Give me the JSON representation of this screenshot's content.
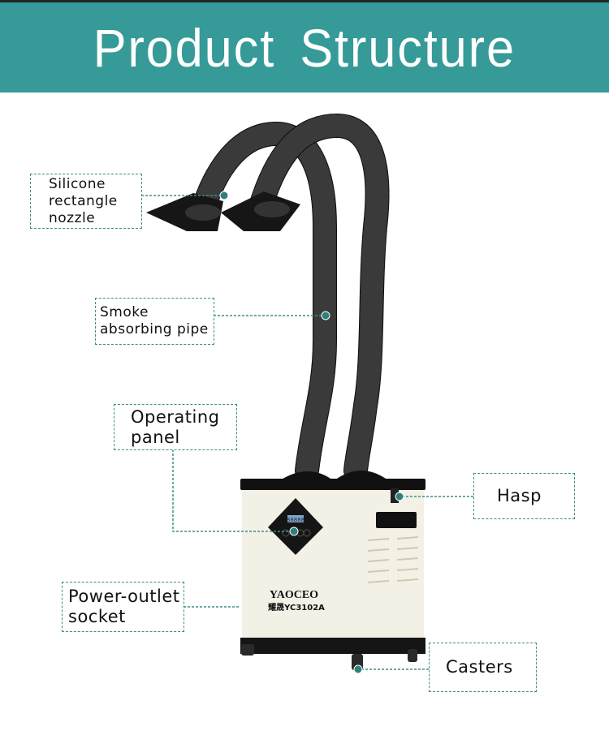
{
  "header": {
    "title": "Product Structure"
  },
  "labels": {
    "nozzle": {
      "line1": "Silicone",
      "line2": "rectangle",
      "line3": "nozzle"
    },
    "pipe": {
      "line1": "Smoke",
      "line2": "absorbing  pipe"
    },
    "panel": {
      "line1": "Operating",
      "line2": "panel"
    },
    "power": {
      "line1": "Power-outlet",
      "line2": "socket"
    },
    "hasp": {
      "line1": "Hasp"
    },
    "casters": {
      "line1": "Casters"
    }
  },
  "product": {
    "brand": "YAOCEO",
    "model": "耀晟YC3102A",
    "display": "88888"
  },
  "colors": {
    "accent": "#359a98",
    "leader": "#3f8d8a",
    "dot": "#2f7f7b"
  }
}
